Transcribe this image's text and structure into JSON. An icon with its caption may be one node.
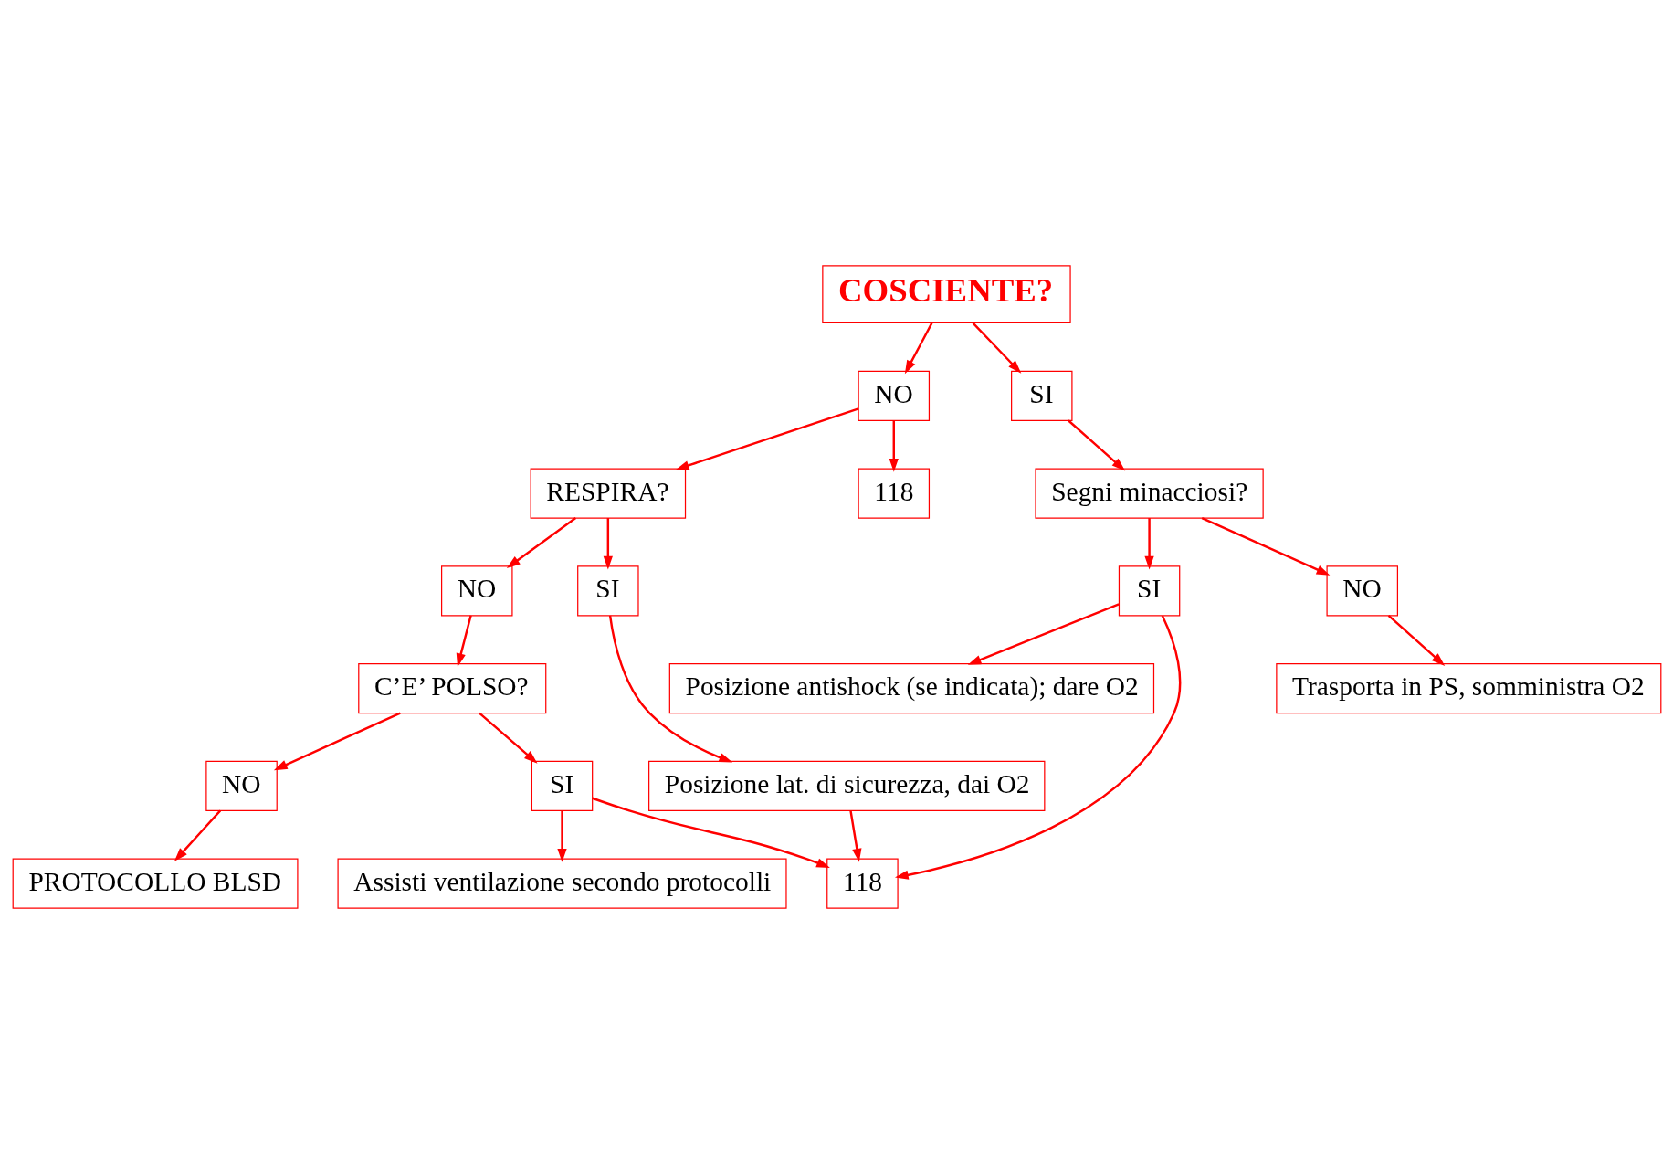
{
  "diagram": {
    "nodes": [
      {
        "text": [
          "COSCIENTE?"
        ]
      },
      {
        "text": [
          "NO"
        ]
      },
      {
        "text": [
          "SI"
        ]
      },
      {
        "text": [
          "118"
        ]
      },
      {
        "text": [
          "RESPIRA?"
        ]
      },
      {
        "text": [
          "SI"
        ]
      },
      {
        "text": [
          "Posizione lat. di sicurezza, dai O2"
        ]
      },
      {
        "text": [
          "NO"
        ]
      },
      {
        "text": [
          "Segni minacciosi?"
        ]
      },
      {
        "text": [
          "SI"
        ]
      },
      {
        "text": [
          "NO"
        ]
      },
      {
        "text": [
          "C’E’ POLSO?"
        ]
      },
      {
        "text": [
          "SI"
        ]
      },
      {
        "text": [
          "118"
        ]
      },
      {
        "text": [
          "Assisti ventilazione secondo protocolli"
        ]
      },
      {
        "text": [
          "Trasporta in PS, somministra O2"
        ]
      },
      {
        "text": [
          "NO"
        ]
      },
      {
        "text": [
          "PROTOCOLLO BLSD"
        ]
      },
      {
        "text": [
          "Posizione antishock (se indicata); dare O2"
        ]
      }
    ],
    "edges": [
      {
        "from": 0,
        "to": 1,
        "arrow": "to"
      },
      {
        "from": 0,
        "to": 2,
        "arrow": "to"
      },
      {
        "from": 1,
        "to": 3,
        "arrow": "to"
      },
      {
        "from": 1,
        "to": 4,
        "arrow": "to"
      },
      {
        "from": 4,
        "to": 5,
        "arrow": "to"
      },
      {
        "from": 5,
        "to": 6,
        "arrow": "to"
      },
      {
        "from": 4,
        "to": 7,
        "arrow": "to"
      },
      {
        "from": 2,
        "to": 8,
        "arrow": "to"
      },
      {
        "from": 8,
        "to": 9,
        "arrow": "to"
      },
      {
        "from": 8,
        "to": 10,
        "arrow": "to"
      },
      {
        "from": 7,
        "to": 11,
        "arrow": "to"
      },
      {
        "from": 11,
        "to": 12,
        "arrow": "to"
      },
      {
        "from": 12,
        "to": 13,
        "arrow": "to"
      },
      {
        "from": 12,
        "to": 14,
        "arrow": "to"
      },
      {
        "from": 6,
        "to": 13,
        "arrow": "to"
      },
      {
        "from": 9,
        "to": 13,
        "arrow": "to"
      },
      {
        "from": 9,
        "to": 18,
        "arrow": "to"
      },
      {
        "from": 10,
        "to": 15,
        "arrow": "to"
      },
      {
        "from": 11,
        "to": 16,
        "arrow": "to"
      },
      {
        "from": 16,
        "to": 17,
        "arrow": "to"
      }
    ]
  }
}
